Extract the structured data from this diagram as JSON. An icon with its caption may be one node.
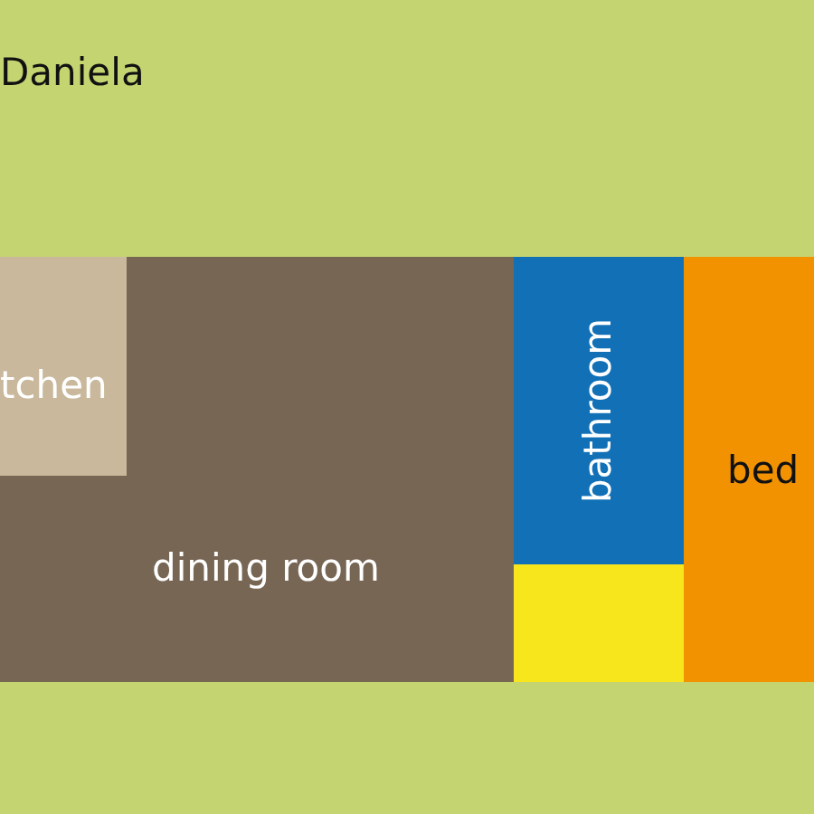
{
  "diagram": {
    "nodes": [
      {
        "text": [
          "dining room"
        ]
      },
      {
        "text": [
          "tchen"
        ],
        "in": 0
      },
      {
        "text": [
          "bathroom"
        ]
      },
      {
        "text": [],
        "shape": "box"
      },
      {
        "text": [
          "bed"
        ]
      }
    ],
    "labels": [
      "Daniela"
    ]
  }
}
